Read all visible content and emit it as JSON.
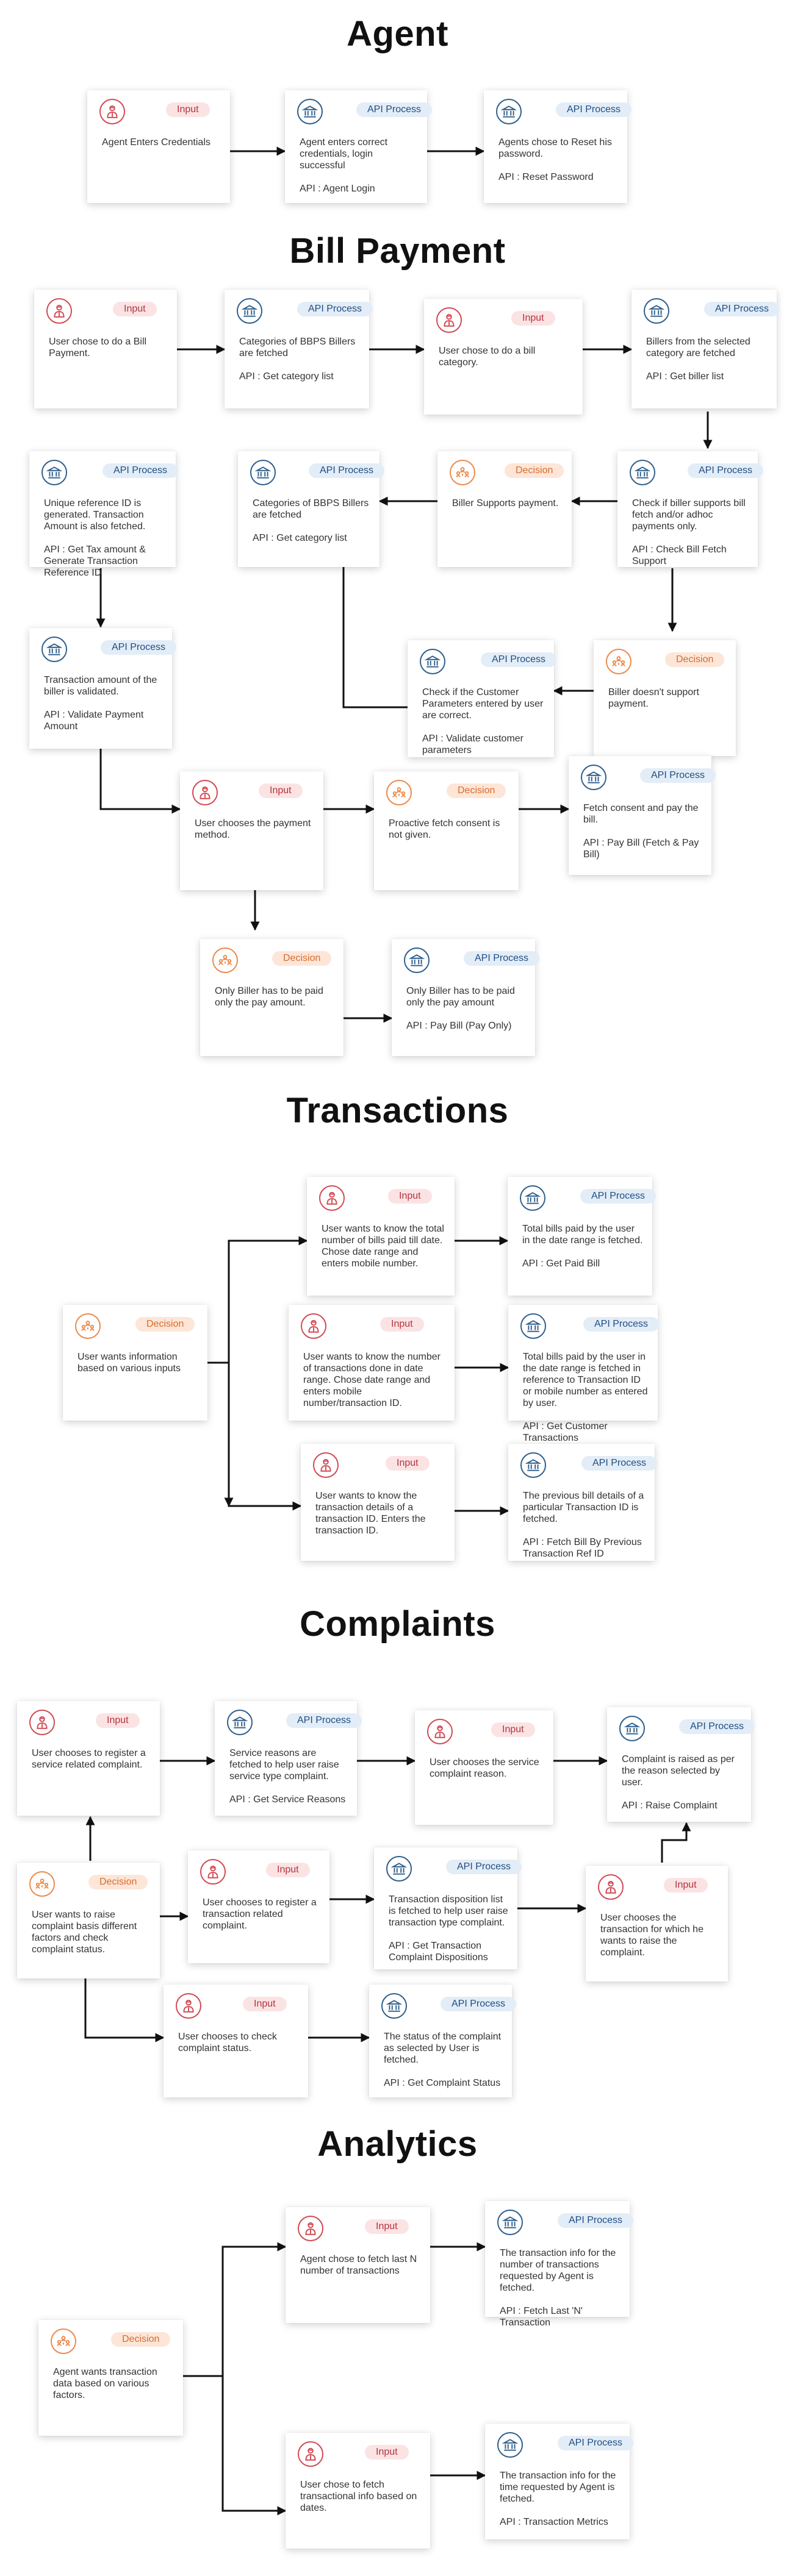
{
  "badges": {
    "input": "Input",
    "api": "API Process",
    "decision": "Decision"
  },
  "sections": [
    {
      "id": "agent",
      "title": "Agent"
    },
    {
      "id": "bill",
      "title": "Bill Payment"
    },
    {
      "id": "txn",
      "title": "Transactions"
    },
    {
      "id": "complaints",
      "title": "Complaints"
    },
    {
      "id": "analytics",
      "title": "Analytics"
    }
  ],
  "cards": [
    {
      "id": "ag1",
      "type": "input",
      "text": "Agent Enters Credentials",
      "api": ""
    },
    {
      "id": "ag2",
      "type": "api",
      "text": "Agent enters correct credentials, login successful",
      "api": "API : Agent Login"
    },
    {
      "id": "ag3",
      "type": "api",
      "text": "Agents chose to Reset his password.",
      "api": "API : Reset Password"
    },
    {
      "id": "bp1",
      "type": "input",
      "text": "User chose to do a Bill Payment.",
      "api": ""
    },
    {
      "id": "bp2",
      "type": "api",
      "text": "Categories of BBPS Billers are fetched",
      "api": "API : Get category list"
    },
    {
      "id": "bp3",
      "type": "input",
      "text": "User chose to do a bill category.",
      "api": ""
    },
    {
      "id": "bp4",
      "type": "api",
      "text": "Billers from the selected category are fetched",
      "api": "API : Get biller list"
    },
    {
      "id": "bp5",
      "type": "api",
      "text": "Check if biller supports bill fetch and/or adhoc payments only.",
      "api": "API : Check Bill Fetch Support"
    },
    {
      "id": "bp6",
      "type": "decision",
      "text": "Biller Supports payment.",
      "api": ""
    },
    {
      "id": "bp7",
      "type": "api",
      "text": "Categories of BBPS Billers are fetched",
      "api": "API : Get category list"
    },
    {
      "id": "bp8",
      "type": "api",
      "text": "Unique reference ID is generated. Transaction Amount is also fetched.",
      "api": "API : Get Tax amount & Generate Transaction Reference ID"
    },
    {
      "id": "bp9",
      "type": "api",
      "text": "Transaction amount of the biller is validated.",
      "api": "API : Validate Payment Amount"
    },
    {
      "id": "bp10",
      "type": "api",
      "text": "Check if the Customer Parameters entered by user are correct.",
      "api": "API : Validate customer parameters"
    },
    {
      "id": "bp11",
      "type": "decision",
      "text": "Biller doesn't support payment.",
      "api": ""
    },
    {
      "id": "bp12",
      "type": "input",
      "text": "User chooses the payment method.",
      "api": ""
    },
    {
      "id": "bp13",
      "type": "decision",
      "text": "Proactive fetch consent is not given.",
      "api": ""
    },
    {
      "id": "bp14",
      "type": "api",
      "text": "Fetch consent and pay the bill.",
      "api": "API : Pay Bill (Fetch & Pay Bill)"
    },
    {
      "id": "bp15",
      "type": "decision",
      "text": "Only Biller has to be paid only the pay amount.",
      "api": ""
    },
    {
      "id": "bp16",
      "type": "api",
      "text": "Only Biller has to be paid only the pay amount",
      "api": "API : Pay Bill (Pay Only)"
    },
    {
      "id": "tx1",
      "type": "decision",
      "text": "User wants information based on various inputs",
      "api": ""
    },
    {
      "id": "tx2",
      "type": "input",
      "text": "User wants to know the total number of bills paid till date. Chose date range and enters mobile number.",
      "api": ""
    },
    {
      "id": "tx3",
      "type": "api",
      "text": "Total bills paid by the user in the date range is fetched.",
      "api": "API : Get Paid Bill"
    },
    {
      "id": "tx4",
      "type": "input",
      "text": "User wants to know the number of transactions done in date range. Chose date range and enters mobile number/transaction ID.",
      "api": ""
    },
    {
      "id": "tx5",
      "type": "api",
      "text": "Total bills paid by the user in the date range is fetched in reference to Transaction ID or mobile number as entered by user.",
      "api": "API : Get Customer Transactions"
    },
    {
      "id": "tx6",
      "type": "input",
      "text": "User wants to know the transaction details of a transaction ID. Enters the transaction ID.",
      "api": ""
    },
    {
      "id": "tx7",
      "type": "api",
      "text": "The previous bill details of a particular Transaction ID is fetched.",
      "api": "API : Fetch Bill By Previous Transaction Ref ID"
    },
    {
      "id": "cp1",
      "type": "input",
      "text": "User chooses to register a service related complaint.",
      "api": ""
    },
    {
      "id": "cp2",
      "type": "api",
      "text": "Service reasons are fetched to help user raise service type complaint.",
      "api": "API : Get Service Reasons"
    },
    {
      "id": "cp3",
      "type": "input",
      "text": "User chooses the service complaint reason.",
      "api": ""
    },
    {
      "id": "cp4",
      "type": "api",
      "text": "Complaint is raised as per the reason selected by user.",
      "api": "API : Raise Complaint"
    },
    {
      "id": "cp5",
      "type": "decision",
      "text": "User wants to raise complaint basis different factors and check complaint status.",
      "api": ""
    },
    {
      "id": "cp6",
      "type": "input",
      "text": "User chooses to register a transaction related complaint.",
      "api": ""
    },
    {
      "id": "cp7",
      "type": "api",
      "text": "Transaction disposition list is fetched to help user raise transaction type complaint.",
      "api": "API : Get Transaction Complaint Dispositions"
    },
    {
      "id": "cp8",
      "type": "input",
      "text": "User chooses the transaction for which he wants to raise the complaint.",
      "api": ""
    },
    {
      "id": "cp9",
      "type": "input",
      "text": "User chooses to check complaint status.",
      "api": ""
    },
    {
      "id": "cp10",
      "type": "api",
      "text": "The status of the complaint as selected by User is fetched.",
      "api": "API : Get Complaint Status"
    },
    {
      "id": "an1",
      "type": "decision",
      "text": "Agent wants transaction data based on various factors.",
      "api": ""
    },
    {
      "id": "an2",
      "type": "input",
      "text": "Agent chose to fetch last N number of transactions",
      "api": ""
    },
    {
      "id": "an3",
      "type": "api",
      "text": "The transaction info for the number of transactions requested by Agent is fetched.",
      "api": "API : Fetch Last 'N' Transaction"
    },
    {
      "id": "an4",
      "type": "input",
      "text": "User chose to fetch transactional info based on dates.",
      "api": ""
    },
    {
      "id": "an5",
      "type": "api",
      "text": "The transaction info for the time requested by Agent is fetched.",
      "api": "API : Transaction Metrics"
    }
  ]
}
